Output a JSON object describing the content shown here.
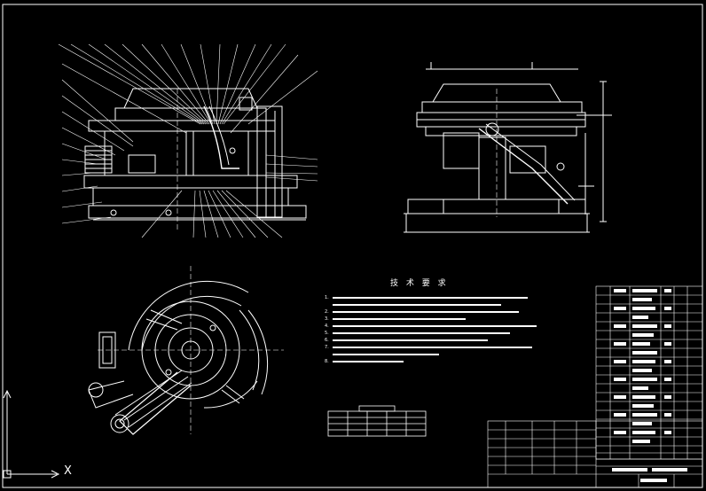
{
  "tech_requirements": {
    "title": "技 术 要 求",
    "items": [
      "1.",
      "2.",
      "3.",
      "4.",
      "5.",
      "6.",
      "7.",
      "8."
    ]
  },
  "axis": {
    "x_label": "X"
  },
  "colors": {
    "background": "#000000",
    "line": "#ffffff",
    "part_lines": "#ffffff"
  },
  "icons": {
    "ucs": "ucs-axis-icon"
  }
}
